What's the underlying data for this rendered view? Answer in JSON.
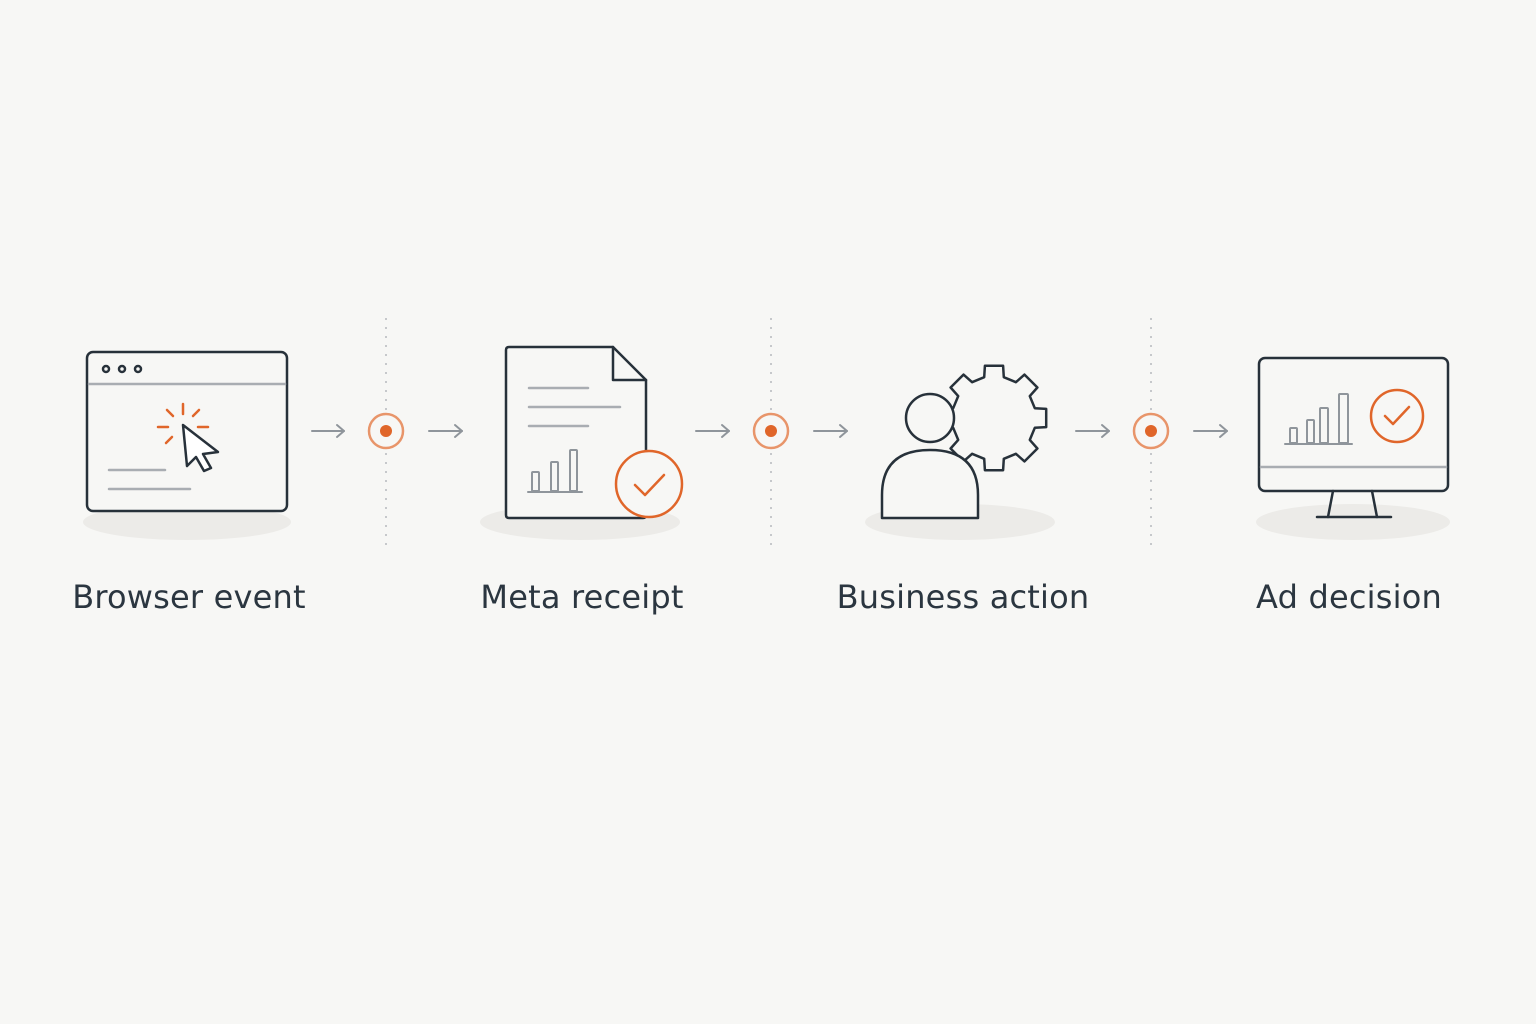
{
  "colors": {
    "background": "#f7f7f5",
    "ink": "#27313a",
    "accent": "#e0662a",
    "muted": "#9aa0a6",
    "shadow": "#ecebe8"
  },
  "flow": {
    "steps": [
      {
        "label": "Browser event",
        "icon": "browser-click-icon"
      },
      {
        "label": "Meta receipt",
        "icon": "document-check-icon"
      },
      {
        "label": "Business action",
        "icon": "person-gear-icon"
      },
      {
        "label": "Ad decision",
        "icon": "monitor-chart-check-icon"
      }
    ],
    "connectors": 3
  }
}
